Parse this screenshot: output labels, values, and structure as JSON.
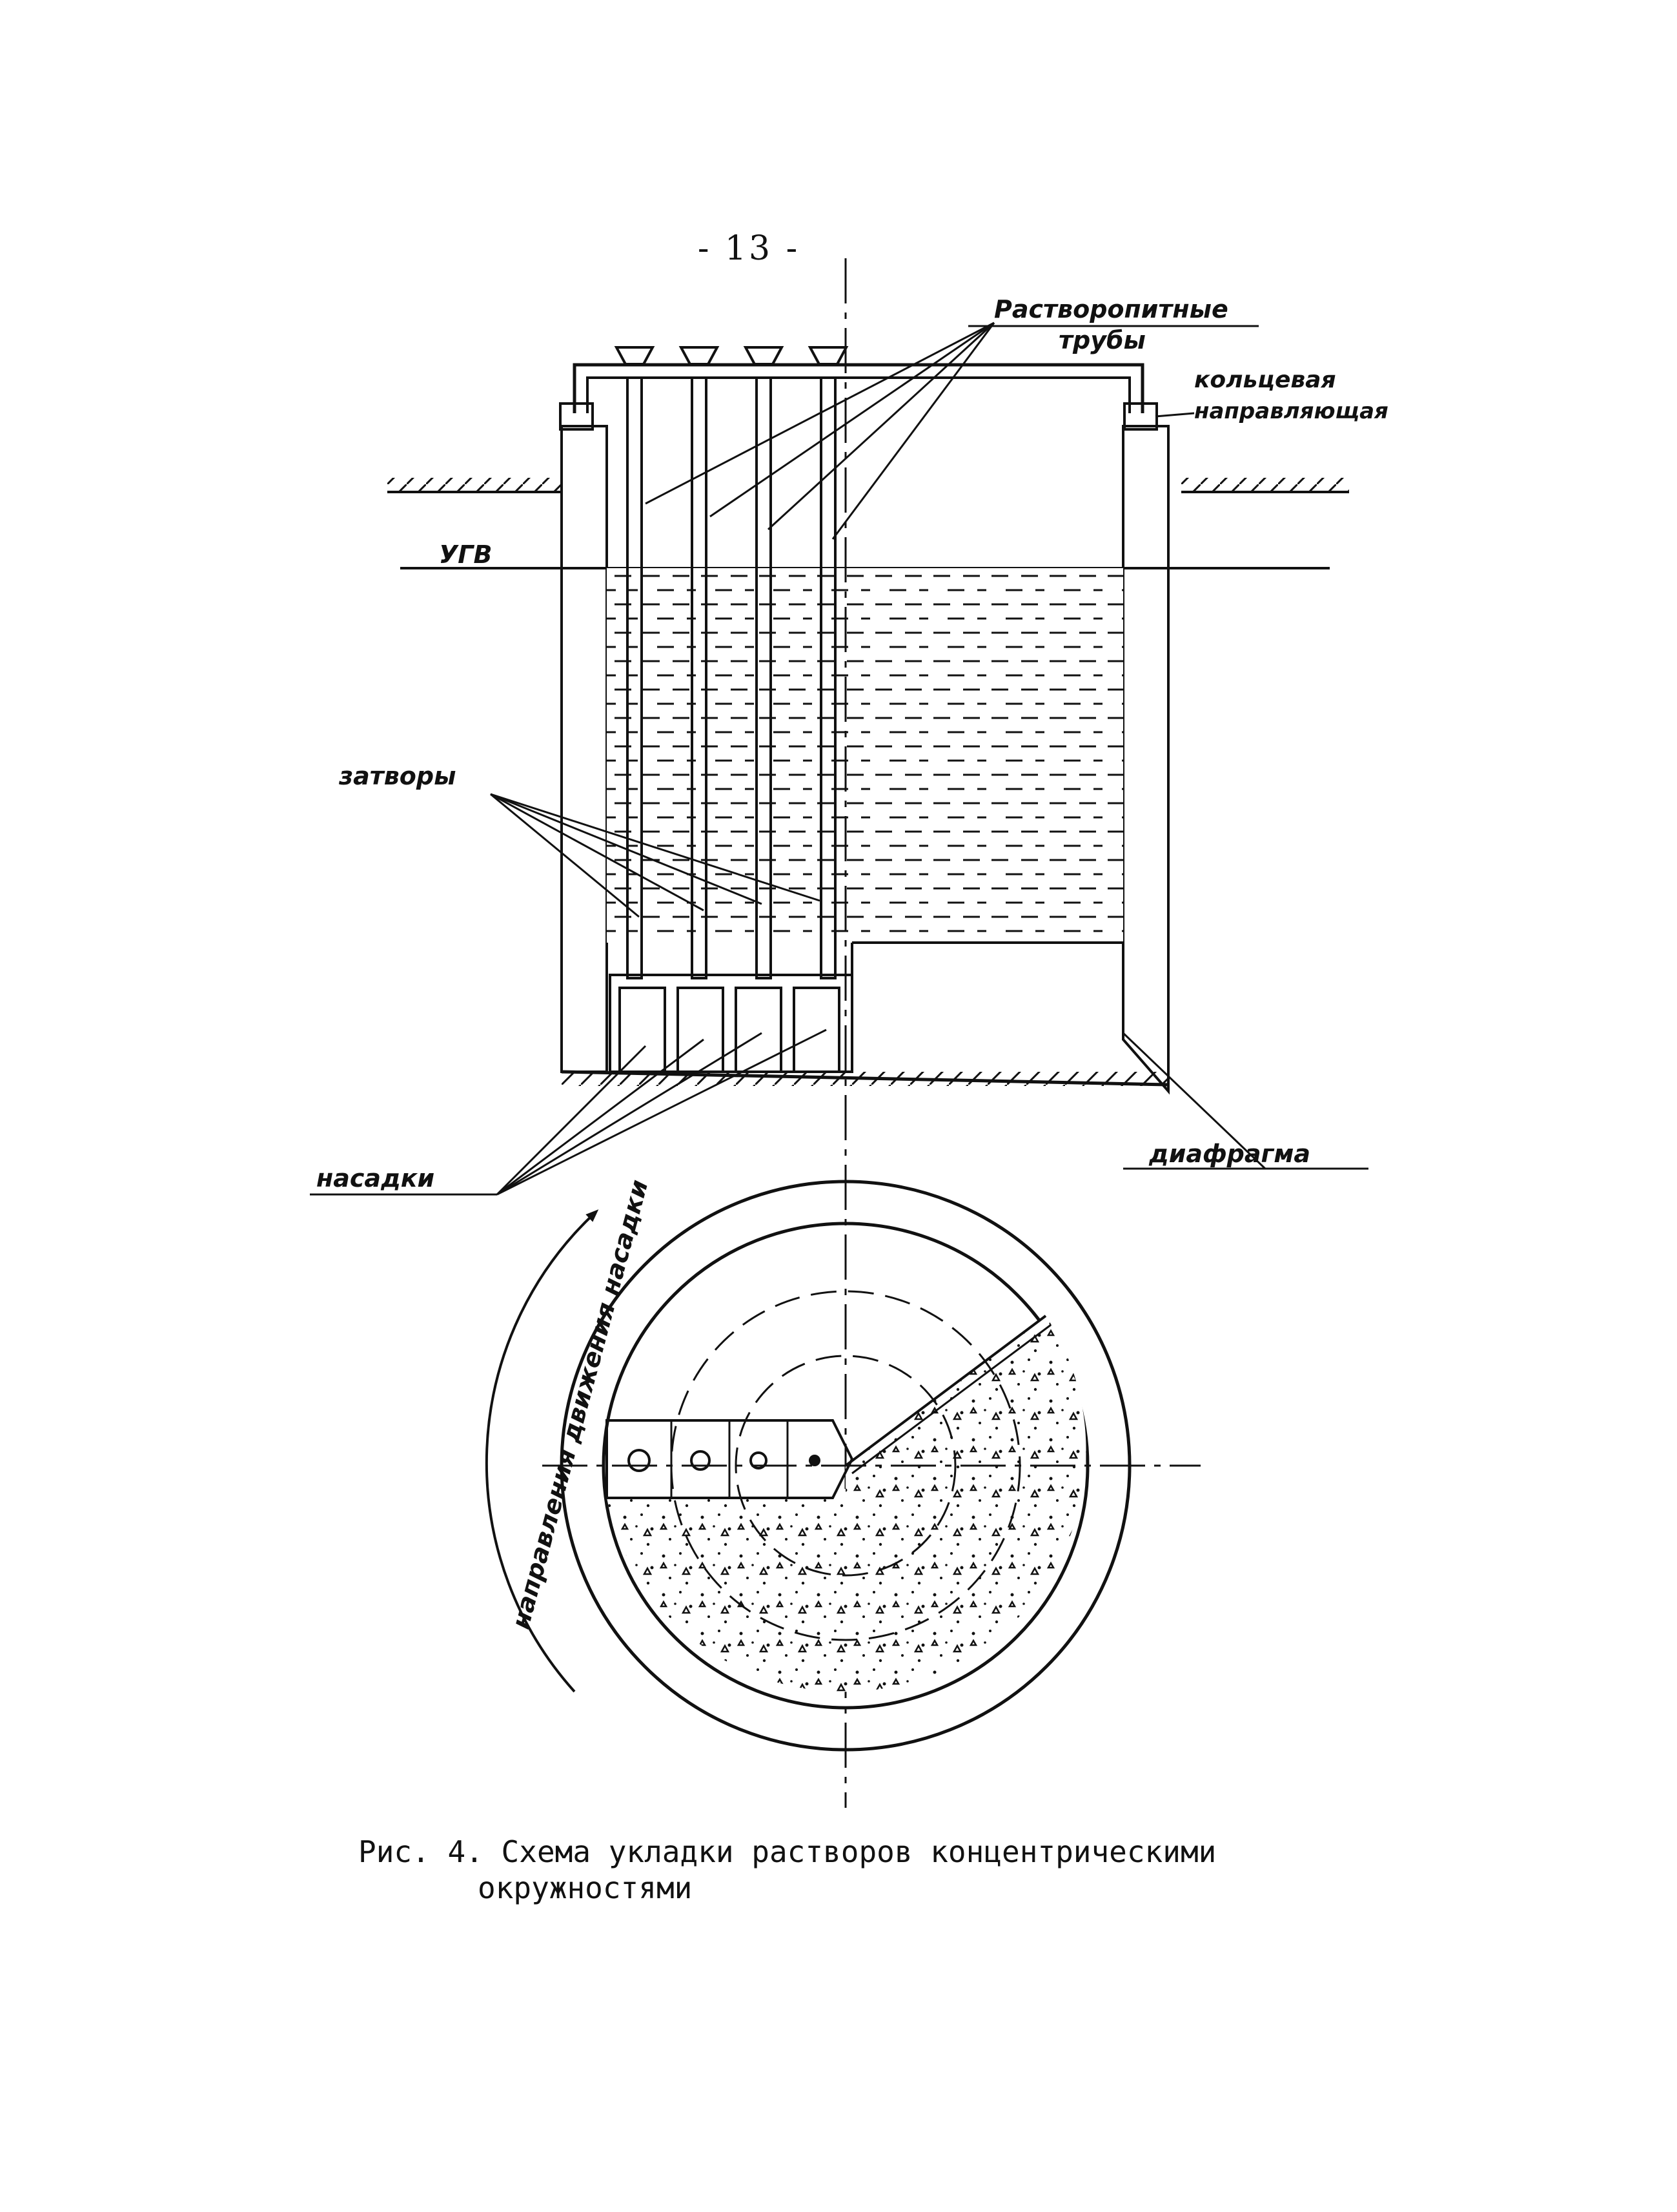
{
  "page_number": "- 13 -",
  "labels": {
    "mortar_pipes_line1": "Растворопитные",
    "mortar_pipes_line2": "трубы",
    "ring_guide_line1": "кольцевая",
    "ring_guide_line2": "направляющая",
    "groundwater_level": "УГВ",
    "gates": "затворы",
    "nozzles": "насадки",
    "diaphragm": "диафрагма",
    "movement_direction": "направления движения насадки"
  },
  "caption": {
    "line1": "Рис. 4. Схема укладки растворов концентрическими",
    "line2": "окружностями"
  },
  "colors": {
    "ink": "#111111",
    "paper": "#ffffff"
  }
}
